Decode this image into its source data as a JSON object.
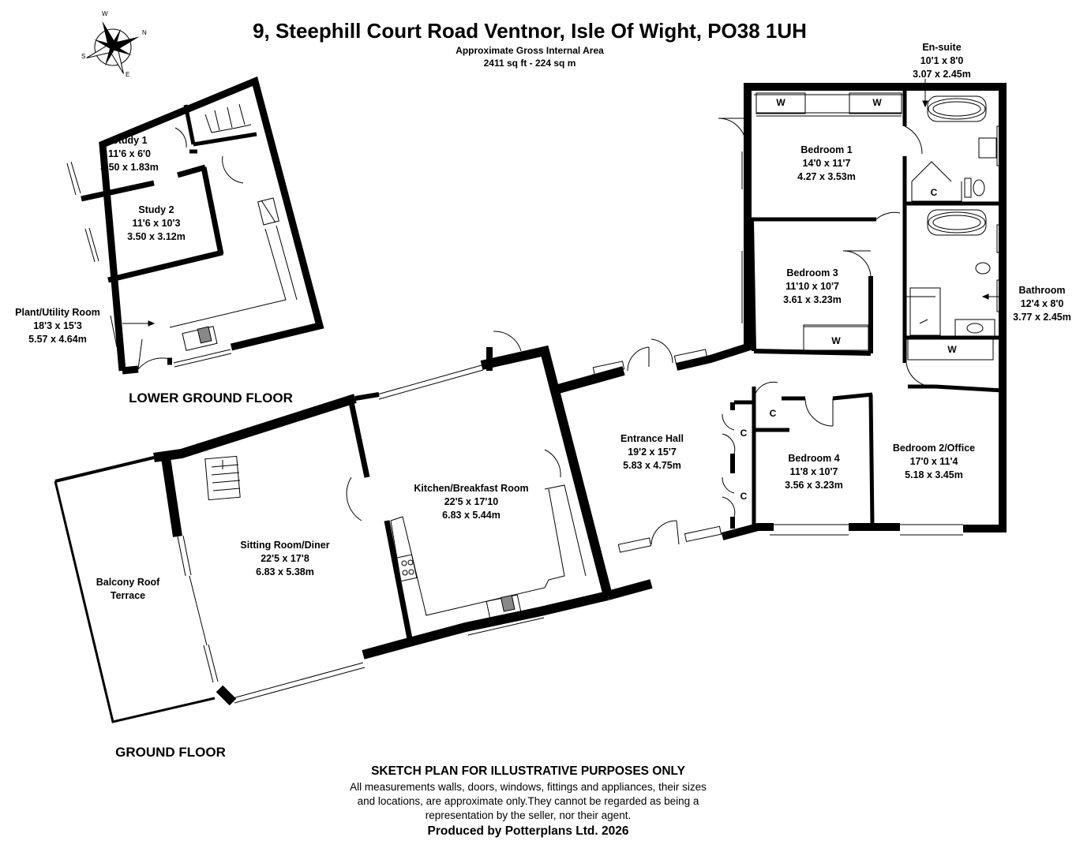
{
  "header": {
    "title": "9, Steephill Court Road Ventnor, Isle Of Wight, PO38 1UH",
    "area_label": "Approximate Gross Internal Area",
    "area_value": "2411 sq ft - 224 sq m"
  },
  "floors": {
    "lower": "LOWER GROUND FLOOR",
    "ground": "GROUND FLOOR"
  },
  "rooms": {
    "study1": {
      "name": "Study 1",
      "imperial": "11'6 x 6'0",
      "metric": "3.50 x 1.83m"
    },
    "study2": {
      "name": "Study 2",
      "imperial": "11'6 x 10'3",
      "metric": "3.50 x 3.12m"
    },
    "utility": {
      "name": "Plant/Utility Room",
      "imperial": "18'3 x 15'3",
      "metric": "5.57 x 4.64m"
    },
    "ensuite": {
      "name": "En-suite",
      "imperial": "10'1 x 8'0",
      "metric": "3.07 x 2.45m"
    },
    "bedroom1": {
      "name": "Bedroom 1",
      "imperial": "14'0 x 11'7",
      "metric": "4.27 x 3.53m"
    },
    "bedroom3": {
      "name": "Bedroom 3",
      "imperial": "11'10 x 10'7",
      "metric": "3.61 x 3.23m"
    },
    "bathroom": {
      "name": "Bathroom",
      "imperial": "12'4 x 8'0",
      "metric": "3.77 x 2.45m"
    },
    "entrance": {
      "name": "Entrance Hall",
      "imperial": "19'2 x 15'7",
      "metric": "5.83 x 4.75m"
    },
    "bedroom4": {
      "name": "Bedroom 4",
      "imperial": "11'8 x 10'7",
      "metric": "3.56 x 3.23m"
    },
    "bedroom2": {
      "name": "Bedroom 2/Office",
      "imperial": "17'0 x 11'4",
      "metric": "5.18 x 3.45m"
    },
    "kitchen": {
      "name": "Kitchen/Breakfast Room",
      "imperial": "22'5 x 17'10",
      "metric": "6.83 x 5.44m"
    },
    "sitting": {
      "name": "Sitting Room/Diner",
      "imperial": "22'5 x 17'8",
      "metric": "6.83 x 5.38m"
    },
    "balcony": {
      "name": "Balcony Roof",
      "name2": "Terrace"
    }
  },
  "marks": {
    "wardrobe": "W",
    "cupboard": "C"
  },
  "compass": {
    "n": "N",
    "e": "E",
    "s": "S",
    "w": "W"
  },
  "disclaimer": {
    "heading": "SKETCH PLAN FOR ILLUSTRATIVE PURPOSES ONLY",
    "line1": "All measurements walls, doors, windows, fittings and appliances, their sizes",
    "line2": "and locations, are approximate only.They cannot be regarded as being a",
    "line3": "representation by the seller, nor their agent.",
    "produced": "Produced by Potterplans Ltd. 2026"
  }
}
